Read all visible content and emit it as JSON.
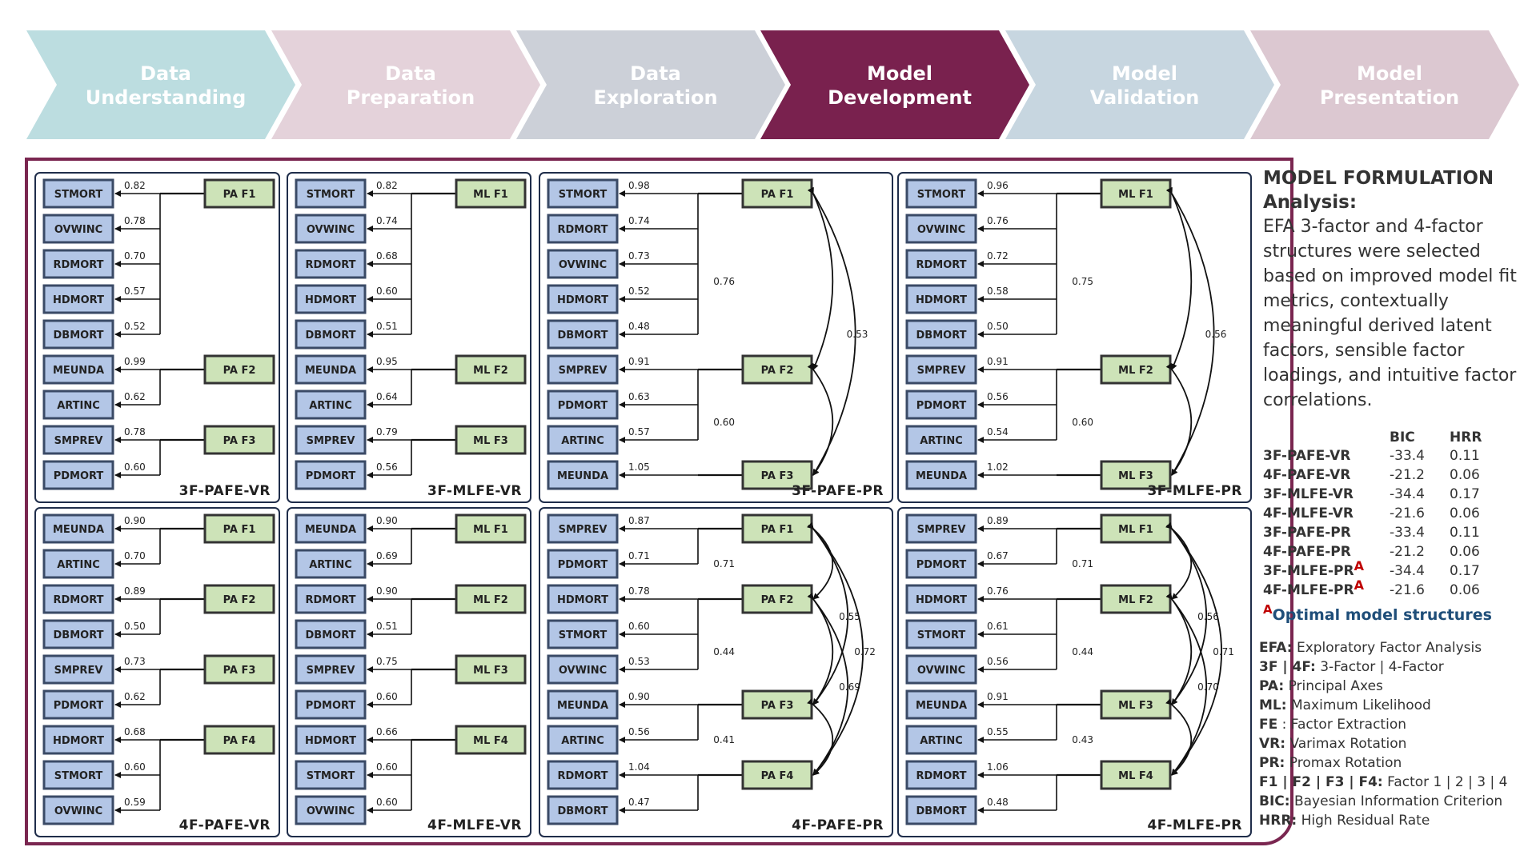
{
  "pipeline": {
    "steps": [
      {
        "line1": "Data",
        "line2": "Understanding",
        "fill": "#bcdde0",
        "text": "#ffffff"
      },
      {
        "line1": "Data",
        "line2": "Preparation",
        "fill": "#e4d2da",
        "text": "#ffffff"
      },
      {
        "line1": "Data",
        "line2": "Exploration",
        "fill": "#ccd0d8",
        "text": "#ffffff"
      },
      {
        "line1": "Model",
        "line2": "Development",
        "fill": "#79214e",
        "text": "#ffffff"
      },
      {
        "line1": "Model",
        "line2": "Validation",
        "fill": "#c7d6e0",
        "text": "#ffffff"
      },
      {
        "line1": "Model",
        "line2": "Presentation",
        "fill": "#dcc8d1",
        "text": "#ffffff"
      }
    ]
  },
  "colors": {
    "variable_box": "#b3c6e6",
    "factor_box": "#cde3b8",
    "frame": "#7a2650",
    "panel_border": "#1f2d4a"
  },
  "panels": [
    {
      "title": "3F-PAFE-VR",
      "factors": [
        "PA F1",
        "PA F2",
        "PA F3"
      ],
      "rows": [
        {
          "v": "STMORT",
          "l": "0.82",
          "f": 0
        },
        {
          "v": "OVWINC",
          "l": "0.78",
          "f": 0
        },
        {
          "v": "RDMORT",
          "l": "0.70",
          "f": 0
        },
        {
          "v": "HDMORT",
          "l": "0.57",
          "f": 0
        },
        {
          "v": "DBMORT",
          "l": "0.52",
          "f": 0
        },
        {
          "v": "MEUNDA",
          "l": "0.99",
          "f": 1
        },
        {
          "v": "ARTINC",
          "l": "0.62",
          "f": 1
        },
        {
          "v": "SMPREV",
          "l": "0.78",
          "f": 2
        },
        {
          "v": "PDMORT",
          "l": "0.60",
          "f": 2
        }
      ],
      "correlations": []
    },
    {
      "title": "3F-MLFE-VR",
      "factors": [
        "ML F1",
        "ML F2",
        "ML F3"
      ],
      "rows": [
        {
          "v": "STMORT",
          "l": "0.82",
          "f": 0
        },
        {
          "v": "OVWINC",
          "l": "0.74",
          "f": 0
        },
        {
          "v": "RDMORT",
          "l": "0.68",
          "f": 0
        },
        {
          "v": "HDMORT",
          "l": "0.60",
          "f": 0
        },
        {
          "v": "DBMORT",
          "l": "0.51",
          "f": 0
        },
        {
          "v": "MEUNDA",
          "l": "0.95",
          "f": 1
        },
        {
          "v": "ARTINC",
          "l": "0.64",
          "f": 1
        },
        {
          "v": "SMPREV",
          "l": "0.79",
          "f": 2
        },
        {
          "v": "PDMORT",
          "l": "0.56",
          "f": 2
        }
      ],
      "correlations": []
    },
    {
      "title": "3F-PAFE-PR",
      "factors": [
        "PA F1",
        "PA F2",
        "PA F3"
      ],
      "rows": [
        {
          "v": "STMORT",
          "l": "0.98",
          "f": 0
        },
        {
          "v": "RDMORT",
          "l": "0.74",
          "f": 0
        },
        {
          "v": "OVWINC",
          "l": "0.73",
          "f": 0
        },
        {
          "v": "HDMORT",
          "l": "0.52",
          "f": 0
        },
        {
          "v": "DBMORT",
          "l": "0.48",
          "f": 0
        },
        {
          "v": "SMPREV",
          "l": "0.91",
          "f": 1
        },
        {
          "v": "PDMORT",
          "l": "0.63",
          "f": 1
        },
        {
          "v": "ARTINC",
          "l": "0.57",
          "f": 1
        },
        {
          "v": "MEUNDA",
          "l": "1.05",
          "f": 2
        }
      ],
      "correlations": [
        {
          "a": 0,
          "b": 1,
          "r": "0.76"
        },
        {
          "a": 1,
          "b": 2,
          "r": "0.60"
        },
        {
          "a": 0,
          "b": 2,
          "r": "0.53"
        }
      ]
    },
    {
      "title": "3F-MLFE-PR",
      "factors": [
        "ML F1",
        "ML F2",
        "ML F3"
      ],
      "rows": [
        {
          "v": "STMORT",
          "l": "0.96",
          "f": 0
        },
        {
          "v": "OVWINC",
          "l": "0.76",
          "f": 0
        },
        {
          "v": "RDMORT",
          "l": "0.72",
          "f": 0
        },
        {
          "v": "HDMORT",
          "l": "0.58",
          "f": 0
        },
        {
          "v": "DBMORT",
          "l": "0.50",
          "f": 0
        },
        {
          "v": "SMPREV",
          "l": "0.91",
          "f": 1
        },
        {
          "v": "PDMORT",
          "l": "0.56",
          "f": 1
        },
        {
          "v": "ARTINC",
          "l": "0.54",
          "f": 1
        },
        {
          "v": "MEUNDA",
          "l": "1.02",
          "f": 2
        }
      ],
      "correlations": [
        {
          "a": 0,
          "b": 1,
          "r": "0.75"
        },
        {
          "a": 1,
          "b": 2,
          "r": "0.60"
        },
        {
          "a": 0,
          "b": 2,
          "r": "0.56"
        }
      ]
    },
    {
      "title": "4F-PAFE-VR",
      "factors": [
        "PA F1",
        "PA F2",
        "PA F3",
        "PA F4"
      ],
      "rows": [
        {
          "v": "MEUNDA",
          "l": "0.90",
          "f": 0
        },
        {
          "v": "ARTINC",
          "l": "0.70",
          "f": 0
        },
        {
          "v": "RDMORT",
          "l": "0.89",
          "f": 1
        },
        {
          "v": "DBMORT",
          "l": "0.50",
          "f": 1
        },
        {
          "v": "SMPREV",
          "l": "0.73",
          "f": 2
        },
        {
          "v": "PDMORT",
          "l": "0.62",
          "f": 2
        },
        {
          "v": "HDMORT",
          "l": "0.68",
          "f": 3
        },
        {
          "v": "STMORT",
          "l": "0.60",
          "f": 3
        },
        {
          "v": "OVWINC",
          "l": "0.59",
          "f": 3
        }
      ],
      "correlations": []
    },
    {
      "title": "4F-MLFE-VR",
      "factors": [
        "ML F1",
        "ML F2",
        "ML F3",
        "ML F4"
      ],
      "rows": [
        {
          "v": "MEUNDA",
          "l": "0.90",
          "f": 0
        },
        {
          "v": "ARTINC",
          "l": "0.69",
          "f": 0
        },
        {
          "v": "RDMORT",
          "l": "0.90",
          "f": 1
        },
        {
          "v": "DBMORT",
          "l": "0.51",
          "f": 1
        },
        {
          "v": "SMPREV",
          "l": "0.75",
          "f": 2
        },
        {
          "v": "PDMORT",
          "l": "0.60",
          "f": 2
        },
        {
          "v": "HDMORT",
          "l": "0.66",
          "f": 3
        },
        {
          "v": "STMORT",
          "l": "0.60",
          "f": 3
        },
        {
          "v": "OVWINC",
          "l": "0.60",
          "f": 3
        }
      ],
      "correlations": []
    },
    {
      "title": "4F-PAFE-PR",
      "factors": [
        "PA F1",
        "PA F2",
        "PA F3",
        "PA F4"
      ],
      "rows": [
        {
          "v": "SMPREV",
          "l": "0.87",
          "f": 0
        },
        {
          "v": "PDMORT",
          "l": "0.71",
          "f": 0
        },
        {
          "v": "HDMORT",
          "l": "0.78",
          "f": 1
        },
        {
          "v": "STMORT",
          "l": "0.60",
          "f": 1
        },
        {
          "v": "OVWINC",
          "l": "0.53",
          "f": 1
        },
        {
          "v": "MEUNDA",
          "l": "0.90",
          "f": 2
        },
        {
          "v": "ARTINC",
          "l": "0.56",
          "f": 2
        },
        {
          "v": "RDMORT",
          "l": "1.04",
          "f": 3
        },
        {
          "v": "DBMORT",
          "l": "0.47",
          "f": 3
        }
      ],
      "correlations": [
        {
          "a": 0,
          "b": 1,
          "r": "0.71"
        },
        {
          "a": 1,
          "b": 2,
          "r": "0.44"
        },
        {
          "a": 2,
          "b": 3,
          "r": "0.41"
        },
        {
          "a": 0,
          "b": 2,
          "r": "0.55"
        },
        {
          "a": 1,
          "b": 3,
          "r": "0.69"
        },
        {
          "a": 0,
          "b": 3,
          "r": "0.72"
        }
      ]
    },
    {
      "title": "4F-MLFE-PR",
      "factors": [
        "ML F1",
        "ML F2",
        "ML F3",
        "ML F4"
      ],
      "rows": [
        {
          "v": "SMPREV",
          "l": "0.89",
          "f": 0
        },
        {
          "v": "PDMORT",
          "l": "0.67",
          "f": 0
        },
        {
          "v": "HDMORT",
          "l": "0.76",
          "f": 1
        },
        {
          "v": "STMORT",
          "l": "0.61",
          "f": 1
        },
        {
          "v": "OVWINC",
          "l": "0.56",
          "f": 1
        },
        {
          "v": "MEUNDA",
          "l": "0.91",
          "f": 2
        },
        {
          "v": "ARTINC",
          "l": "0.55",
          "f": 2
        },
        {
          "v": "RDMORT",
          "l": "1.06",
          "f": 3
        },
        {
          "v": "DBMORT",
          "l": "0.48",
          "f": 3
        }
      ],
      "correlations": [
        {
          "a": 0,
          "b": 1,
          "r": "0.71"
        },
        {
          "a": 1,
          "b": 2,
          "r": "0.44"
        },
        {
          "a": 2,
          "b": 3,
          "r": "0.43"
        },
        {
          "a": 0,
          "b": 2,
          "r": "0.56"
        },
        {
          "a": 1,
          "b": 3,
          "r": "0.70"
        },
        {
          "a": 0,
          "b": 3,
          "r": "0.71"
        }
      ]
    }
  ],
  "side": {
    "title": "MODEL FORMULATION",
    "subtitle": "Analysis:",
    "text": "EFA 3-factor and 4-factor structures were selected based on improved model fit metrics, contextually meaningful derived latent factors, sensible factor loadings, and intuitive factor correlations.",
    "table": {
      "headers": [
        "",
        "BIC",
        "HRR"
      ],
      "rows": [
        {
          "model": "3F-PAFE-VR",
          "bic": "-33.4",
          "hrr": "0.11",
          "mark": ""
        },
        {
          "model": "4F-PAFE-VR",
          "bic": "-21.2",
          "hrr": "0.06",
          "mark": ""
        },
        {
          "model": "3F-MLFE-VR",
          "bic": "-34.4",
          "hrr": "0.17",
          "mark": ""
        },
        {
          "model": "4F-MLFE-VR",
          "bic": "-21.6",
          "hrr": "0.06",
          "mark": ""
        },
        {
          "model": "3F-PAFE-PR",
          "bic": "-33.4",
          "hrr": "0.11",
          "mark": ""
        },
        {
          "model": "4F-PAFE-PR",
          "bic": "-21.2",
          "hrr": "0.06",
          "mark": ""
        },
        {
          "model": "3F-MLFE-PR",
          "bic": "-34.4",
          "hrr": "0.17",
          "mark": "A"
        },
        {
          "model": "4F-MLFE-PR",
          "bic": "-21.6",
          "hrr": "0.06",
          "mark": "A"
        }
      ]
    },
    "optimal_mark": "A",
    "optimal_text": "Optimal model structures",
    "legend": [
      {
        "abbr": "EFA:",
        "desc": " Exploratory Factor Analysis"
      },
      {
        "abbr": "3F | 4F:",
        "desc": " 3-Factor | 4-Factor"
      },
      {
        "abbr": "PA:",
        "desc": " Principal Axes"
      },
      {
        "abbr": "ML:",
        "desc": " Maximum Likelihood"
      },
      {
        "abbr": "FE",
        "desc": " : Factor Extraction"
      },
      {
        "abbr": "VR:",
        "desc": " Varimax Rotation"
      },
      {
        "abbr": "PR:",
        "desc": " Promax Rotation"
      },
      {
        "abbr": "F1 | F2 | F3 | F4:",
        "desc": " Factor 1 | 2 | 3 | 4"
      },
      {
        "abbr": "BIC:",
        "desc": " Bayesian Information Criterion"
      },
      {
        "abbr": "HRR:",
        "desc": " High Residual Rate"
      }
    ]
  }
}
